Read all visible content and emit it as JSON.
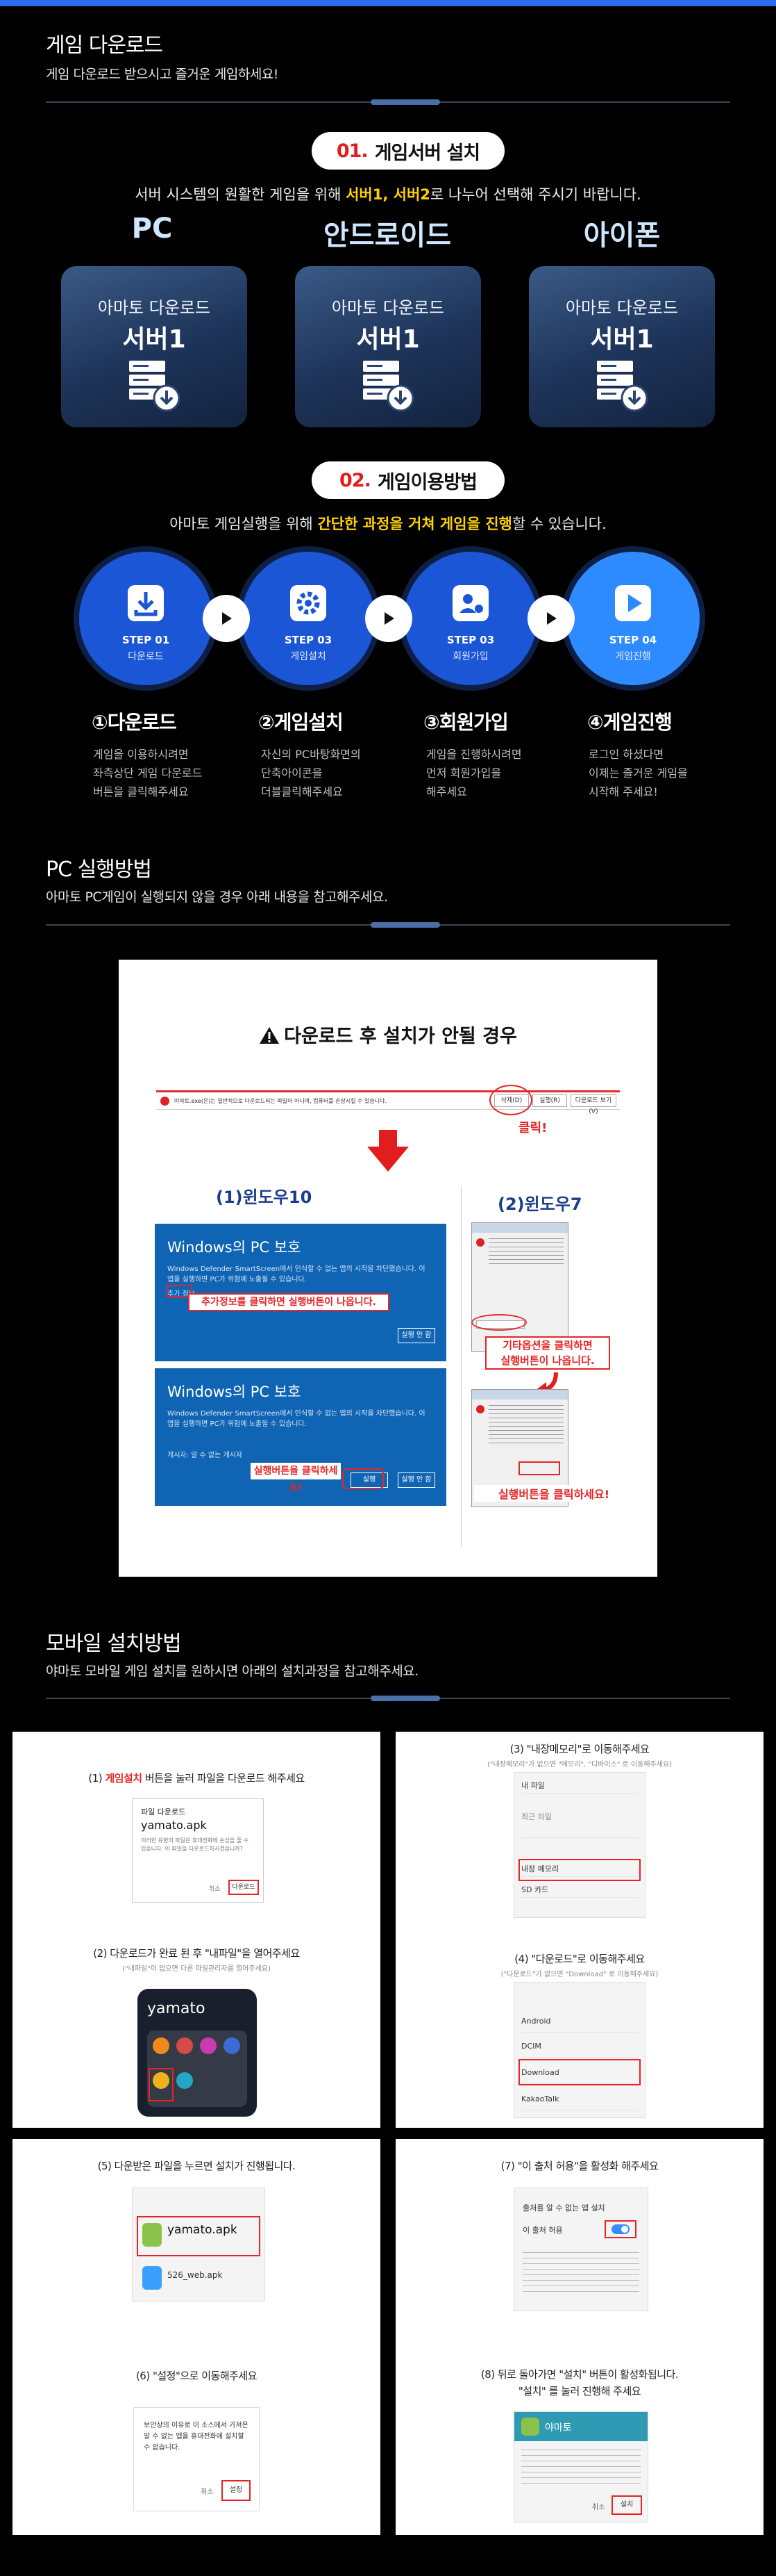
{
  "game_download": {
    "title": "게임 다운로드",
    "subtitle": "게임 다운로드 받으시고 즐거운 게임하세요!"
  },
  "install_server": {
    "num": "01.",
    "label": "게임서버 설치",
    "desc_pre": "서버 시스템의 원활한 게임을 위해 ",
    "desc_hl": "서버1, 서버2",
    "desc_post": "로 나누어 선택해 주시기 바랍니다.",
    "platforms": [
      {
        "name": "PC",
        "card_t1": "아마토 다운로드",
        "card_t2": "서버1"
      },
      {
        "name": "안드로이드",
        "card_t1": "아마토 다운로드",
        "card_t2": "서버1"
      },
      {
        "name": "아이폰",
        "card_t1": "아마토 다운로드",
        "card_t2": "서버1"
      }
    ]
  },
  "how_to_play": {
    "num": "02.",
    "label": "게임이용방법",
    "desc_pre": "아마토 게임실행을 위해 ",
    "desc_hl": "간단한 과정을 거쳐 게임을 진행",
    "desc_post": "할 수 있습니다.",
    "steps": [
      {
        "step": "STEP 01",
        "name": "다운로드",
        "title": "①다운로드",
        "desc": [
          "게임을 이용하시려면",
          "좌측상단 게임 다운로드",
          "버튼을 클릭해주세요"
        ],
        "icon": "download-icon"
      },
      {
        "step": "STEP 03",
        "name": "게임설치",
        "title": "②게임설치",
        "desc": [
          "자신의 PC바탕화면의",
          "단축아이콘을",
          "더블클릭해주세요"
        ],
        "icon": "gear-icon"
      },
      {
        "step": "STEP 03",
        "name": "회원가입",
        "title": "③회원가입",
        "desc": [
          "게임을 진행하시려면",
          "먼저 회원가입을",
          "해주세요"
        ],
        "icon": "user-icon"
      },
      {
        "step": "STEP 04",
        "name": "게임진행",
        "title": "④게임진행",
        "desc": [
          "로그인 하셨다면",
          "이제는 즐거운 게임을",
          "시작해 주세요!"
        ],
        "icon": "play-icon"
      }
    ]
  },
  "pc_guide": {
    "title": "PC 실행방법",
    "subtitle": "아마토 PC게임이 실행되지 않을 경우 아래 내용을 참고해주세요.",
    "panel_title": "다운로드 후 설치가 안될 경우",
    "bar_text": "야마토.exe(은)는 일반적으로 다운로드되는 파일이 아니며, 컴퓨터를 손상시킬 수 있습니다.",
    "bar_buttons": [
      "삭제(D)",
      "실행(R)",
      "다운로드 보기(V)"
    ],
    "click_label": "클릭!",
    "win10": "(1)윈도우10",
    "win7": "(2)윈도우7",
    "dlg_title": "Windows의 PC 보호",
    "dlg_body": "Windows Defender SmartScreen에서 인식할 수 없는 앱의 시작을 차단했습니다. 이 앱을 실행하면 PC가 위험에 노출될 수 있습니다.",
    "dlg_more": "추가 정보",
    "dlg_btn_no": "실행 안 함",
    "dlg_btn_run": "실행",
    "dlg_app": "게시자: 알 수 없는 게시자",
    "note1": "추가정보를 클릭하면 실행버튼이 나옵니다.",
    "note2": "실행버튼을 클릭하세요!",
    "note3": [
      "기타옵션을 클릭하면",
      "실행버튼이 나옵니다."
    ],
    "note4": "실행버튼을 클릭하세요!"
  },
  "mobile_guide": {
    "title": "모바일 설치방법",
    "subtitle": "야마토 모바일 게임 설치를 원하시면 아래의 설치과정을 참고해주세요.",
    "s1_pre": "(1) ",
    "s1_hl": "게임설치",
    "s1_post": " 버튼을 눌러 파일을 다운로드 해주세요",
    "s1_file_title": "파일 다운로드",
    "s1_file_name": "yamato.apk",
    "s1_file_desc": "이러한 유형의 파일은 휴대전화에 손상을 줄 수 있습니다. 이 파일을 다운로드하시겠습니까?",
    "s1_btn_cancel": "취소",
    "s1_btn_download": "다운로드",
    "s2": "(2) 다운로드가 완료 된 후 \"내파일\"을 열어주세요",
    "s2_sub": "(\"내파일\"이 없으면 다른 파일관리자를 열어주세요)",
    "s2_app": "yamato",
    "s3": "(3) \"내장메모리\"로 이동해주세요",
    "s3_sub": "(\"내장메모리\"가 없으면 \"메모리\", \"디바이스\" 로 이동해주세요)",
    "s3_rows": [
      "내 파일",
      "최근 파일",
      "내장 메모리",
      "SD 카드"
    ],
    "s4": "(4) \"다운로드\"로 이동해주세요",
    "s4_sub": "(\"다운로드\"가 없으면 \"Download\" 로 이동해주세요)",
    "s4_rows": [
      "Android",
      "DCIM",
      "Download",
      "KakaoTalk"
    ],
    "s5": "(5) 다운받은 파일을 누르면 설치가 진행됩니다.",
    "s5_file": "yamato.apk",
    "s5_file2": "526_web.apk",
    "s6": "(6) \"설정\"으로 이동해주세요",
    "s6_desc": "보안상의 이유로 이 소스에서 가져온 알 수 없는 앱을 휴대전화에 설치할 수 없습니다.",
    "s6_btn_cancel": "취소",
    "s6_btn_settings": "설정",
    "s7": "(7) \"이 출처 허용\"을 활성화 해주세요",
    "s7_title": "출처를 알 수 없는 앱 설치",
    "s7_toggle": "이 출처 허용",
    "s8": "(8) 뒤로 돌아가면 \"설치\" 버튼이 활성화됩니다.",
    "s8b": "\"설치\" 를 눌러 진행해 주세요",
    "s8_app": "야마토",
    "s8_btn_cancel": "취소",
    "s8_btn_install": "설치"
  }
}
